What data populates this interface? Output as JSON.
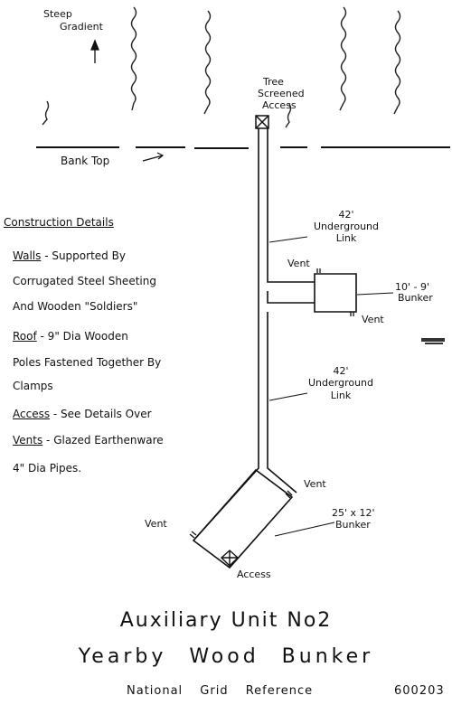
{
  "top": {
    "steep_gradient": [
      "Steep",
      "Gradient"
    ],
    "bank_top": "Bank Top",
    "tree_access": [
      "Tree",
      "Screened",
      "Access"
    ]
  },
  "links": {
    "upper": [
      "42'",
      "Underground",
      "Link"
    ],
    "lower": [
      "42'",
      "Underground",
      "Link"
    ]
  },
  "small_bunker": {
    "label": [
      "10' - 9'",
      "Bunker"
    ],
    "vent_top": "Vent",
    "vent_bottom": "Vent"
  },
  "large_bunker": {
    "label": [
      "25' x 12'",
      "Bunker"
    ],
    "vent_right": "Vent",
    "vent_left": "Vent",
    "access": "Access"
  },
  "construction": {
    "heading": "Construction Details",
    "lines": [
      {
        "key": "Walls",
        "text": " - Supported By"
      },
      {
        "key": "",
        "text": "Corrugated Steel Sheeting"
      },
      {
        "key": "",
        "text": "And Wooden \"Soldiers\""
      },
      {
        "key": "Roof",
        "text": " - 9\" Dia Wooden"
      },
      {
        "key": "",
        "text": "Poles Fastened Together By"
      },
      {
        "key": "",
        "text": "Clamps"
      },
      {
        "key": "Access",
        "text": " - See Details Over"
      },
      {
        "key": "Vents",
        "text": " - Glazed Earthenware"
      },
      {
        "key": "",
        "text": "4\" Dia Pipes."
      }
    ]
  },
  "title": {
    "line1": "Auxiliary Unit No2",
    "line2": "Yearby Wood Bunker",
    "line3_label": "National Grid Reference",
    "line3_ref": "600203"
  }
}
